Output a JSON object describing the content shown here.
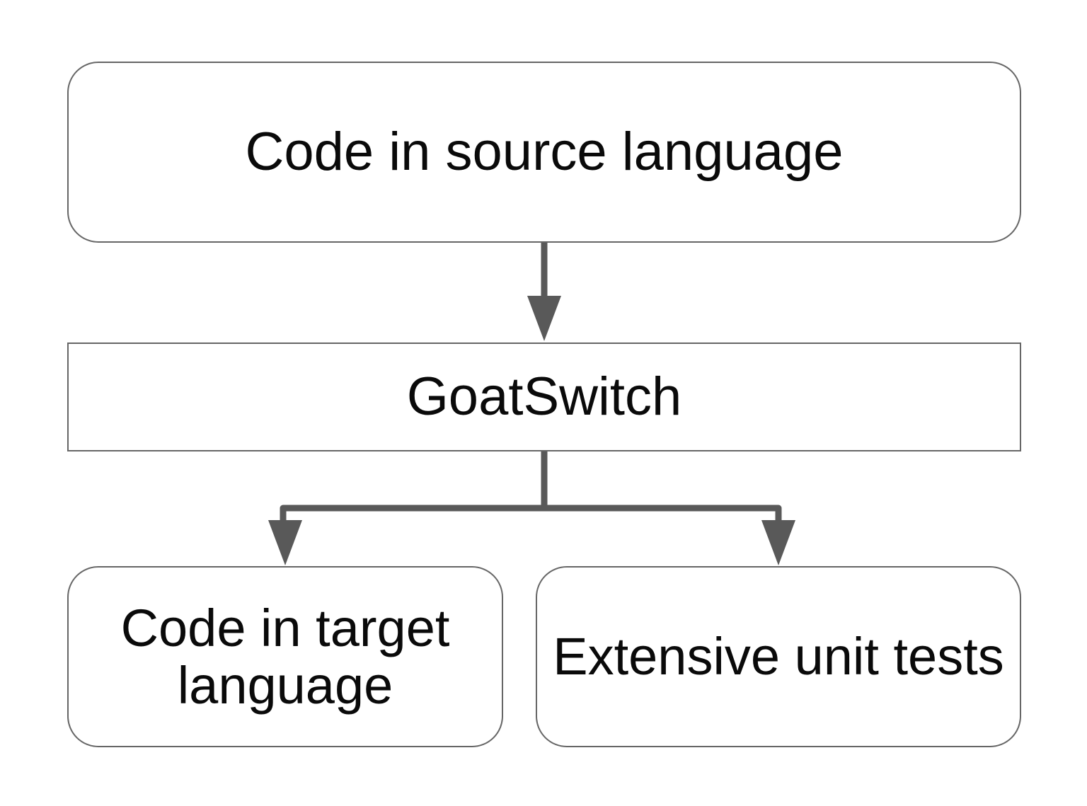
{
  "nodes": {
    "source": {
      "label": "Code in source language"
    },
    "goatswitch": {
      "label": "GoatSwitch"
    },
    "target": {
      "label": "Code in target language"
    },
    "tests": {
      "label": "Extensive unit tests"
    }
  },
  "edges": [
    {
      "from": "source",
      "to": "goatswitch"
    },
    {
      "from": "goatswitch",
      "to": "target"
    },
    {
      "from": "goatswitch",
      "to": "tests"
    }
  ],
  "colors": {
    "connector": "#595959",
    "border": "#666666",
    "text": "#0a0a0a",
    "background": "#ffffff"
  }
}
